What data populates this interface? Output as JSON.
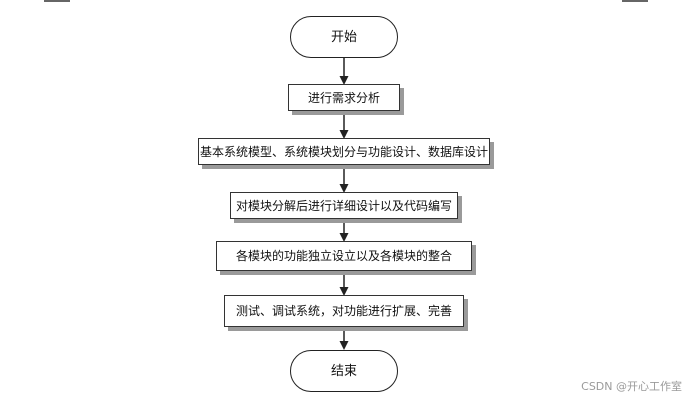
{
  "diagram": {
    "start": {
      "label": "开始"
    },
    "steps": [
      {
        "label": "进行需求分析"
      },
      {
        "label": "基本系统模型、系统模块划分与功能设计、数据库设计"
      },
      {
        "label": "对模块分解后进行详细设计以及代码编写"
      },
      {
        "label": "各模块的功能独立设立以及各模块的整合"
      },
      {
        "label": "测试、调试系统，对功能进行扩展、完善"
      }
    ],
    "end": {
      "label": "结束"
    }
  },
  "watermark": {
    "text": "CSDN @开心工作室"
  },
  "colors": {
    "line": "#222222",
    "shadow": "#9a9a9a",
    "border": "#333333",
    "watermark": "#9a9a9a"
  }
}
